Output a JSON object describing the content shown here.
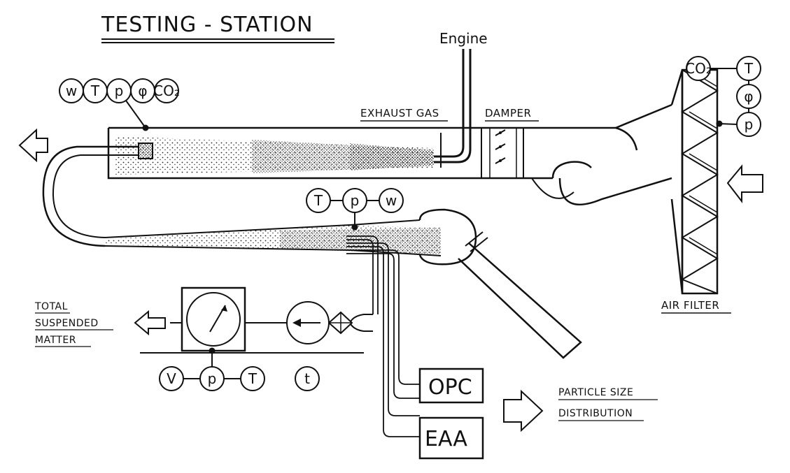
{
  "title": "TESTING - STATION",
  "labels": {
    "engine": "Engine",
    "exhaust_gas": "EXHAUST GAS",
    "damper": "DAMPER",
    "air_filter": "AIR FILTER",
    "total_line1": "TOTAL",
    "total_line2": "SUSPENDED",
    "total_line3": "MATTER",
    "psd_line1": "PARTICLE SIZE",
    "psd_line2": "DISTRIBUTION"
  },
  "instruments": {
    "opc": "OPC",
    "eaa": "EAA"
  },
  "gauges": {
    "top_left": [
      "w",
      "T",
      "p",
      "φ",
      "CO₂"
    ],
    "right": [
      "CO₂",
      "T",
      "φ",
      "p"
    ],
    "mid": [
      "T",
      "p",
      "w"
    ],
    "bottom": [
      "V",
      "p",
      "T",
      "t"
    ]
  }
}
